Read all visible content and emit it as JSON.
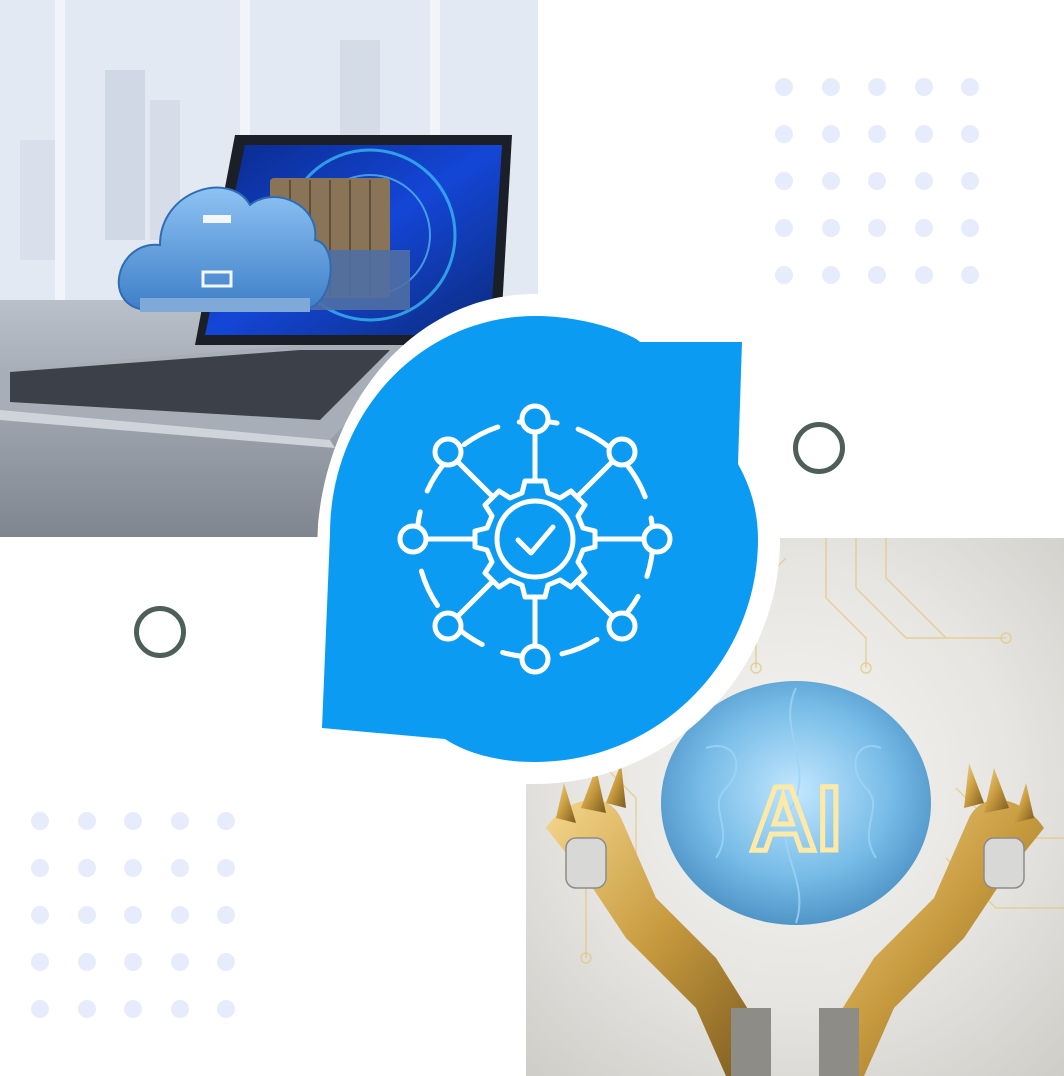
{
  "images": {
    "cloud_laptop": {
      "icon": "cloud-laptop-photo"
    },
    "ai_brain": {
      "label": "AI",
      "icon": "ai-brain-robot-hands-photo"
    }
  },
  "badge": {
    "icon": "network-gear-check-icon",
    "color": "#0b9bf2"
  },
  "decor": {
    "dot_color": "#e6ecfb",
    "ring_color": "#4e5f5a"
  }
}
